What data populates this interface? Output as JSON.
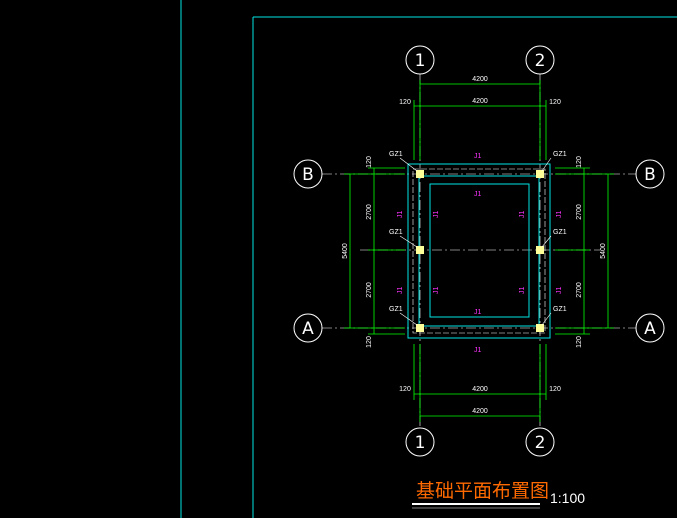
{
  "drawing": {
    "title": "基础平面布置图",
    "scale": "1:100",
    "axes": {
      "columns": [
        "1",
        "2"
      ],
      "rows": [
        "B",
        "A"
      ]
    },
    "dimensions": {
      "span_total": "4200",
      "span_inner": "4200",
      "offset": "120",
      "half_span": "2700",
      "depth_total": "5400"
    },
    "columns_label": "GZ1",
    "footing_label": "J1",
    "colors": {
      "background": "#000000",
      "frame": "#00e5e5",
      "dimension": "#00ff00",
      "foundation": "#00e5e5",
      "column": "#ffff99",
      "tag": "#ff33ff",
      "title": "#ff6a00"
    }
  }
}
